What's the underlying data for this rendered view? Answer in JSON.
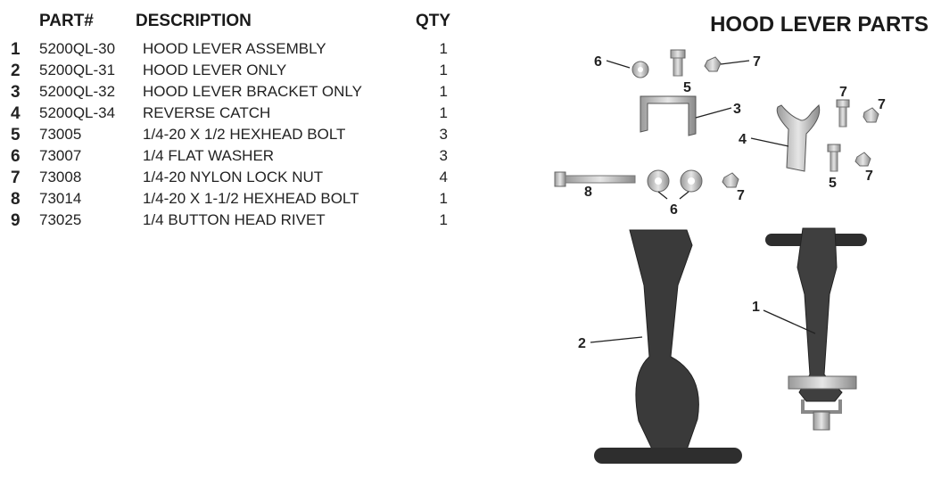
{
  "title": "HOOD LEVER PARTS",
  "table": {
    "headers": {
      "part": "PART#",
      "description": "DESCRIPTION",
      "qty": "QTY"
    },
    "rows": [
      {
        "num": "1",
        "part": "5200QL-30",
        "description": "HOOD LEVER ASSEMBLY",
        "qty": "1"
      },
      {
        "num": "2",
        "part": "5200QL-31",
        "description": "HOOD LEVER ONLY",
        "qty": "1"
      },
      {
        "num": "3",
        "part": "5200QL-32",
        "description": "HOOD LEVER BRACKET ONLY",
        "qty": "1"
      },
      {
        "num": "4",
        "part": "5200QL-34",
        "description": "REVERSE CATCH",
        "qty": "1"
      },
      {
        "num": "5",
        "part": "73005",
        "description": "1/4-20 X 1/2 HEXHEAD BOLT",
        "qty": "3"
      },
      {
        "num": "6",
        "part": "73007",
        "description": "1/4 FLAT WASHER",
        "qty": "3"
      },
      {
        "num": "7",
        "part": "73008",
        "description": "1/4-20 NYLON LOCK NUT",
        "qty": "4"
      },
      {
        "num": "8",
        "part": "73014",
        "description": "1/4-20 X 1-1/2 HEXHEAD BOLT",
        "qty": "1"
      },
      {
        "num": "9",
        "part": "73025",
        "description": "1/4 BUTTON HEAD RIVET",
        "qty": "1"
      }
    ]
  },
  "callouts": [
    "6",
    "5",
    "7",
    "3",
    "7",
    "7",
    "4",
    "5",
    "7",
    "8",
    "6",
    "7",
    "2",
    "1"
  ]
}
